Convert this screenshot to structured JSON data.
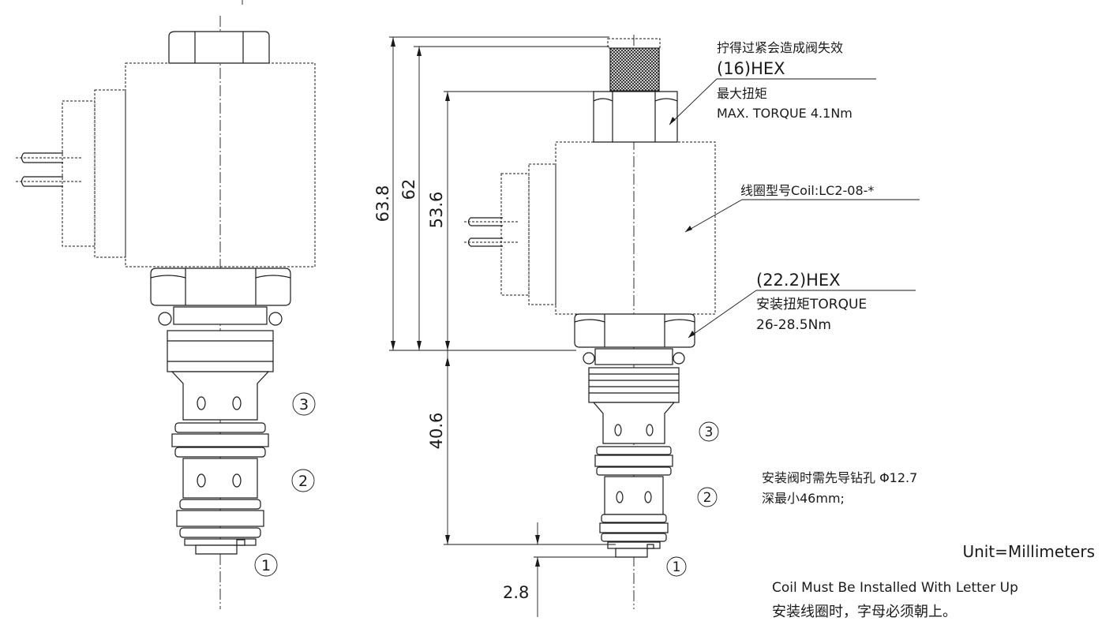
{
  "annotations": {
    "overtighten_warning": "拧得过紧会造成阀失效",
    "hex16": "(16)HEX",
    "max_torque_cn": "最大扭矩",
    "max_torque_en": "MAX. TORQUE 4.1Nm",
    "coil_model": "线圈型号Coil:LC2-08-*",
    "hex22": "(22.2)HEX",
    "install_torque": "安装扭矩TORQUE",
    "install_torque_value": "26-28.5Nm",
    "pilot_hole_1": "安装阀时需先导钻孔 Φ12.7",
    "pilot_hole_2": "深最小46mm;",
    "unit": "Unit=Millimeters",
    "coil_note_en": "Coil Must Be Installed With Letter Up",
    "coil_note_cn": "安装线圈时，字母必须朝上。"
  },
  "dimensions": {
    "d63_8": "63.8",
    "d62": "62",
    "d53_6": "53.6",
    "d40_6": "40.6",
    "d2_8": "2.8"
  },
  "ports": {
    "port3": "3",
    "port2": "2",
    "port1": "1"
  }
}
